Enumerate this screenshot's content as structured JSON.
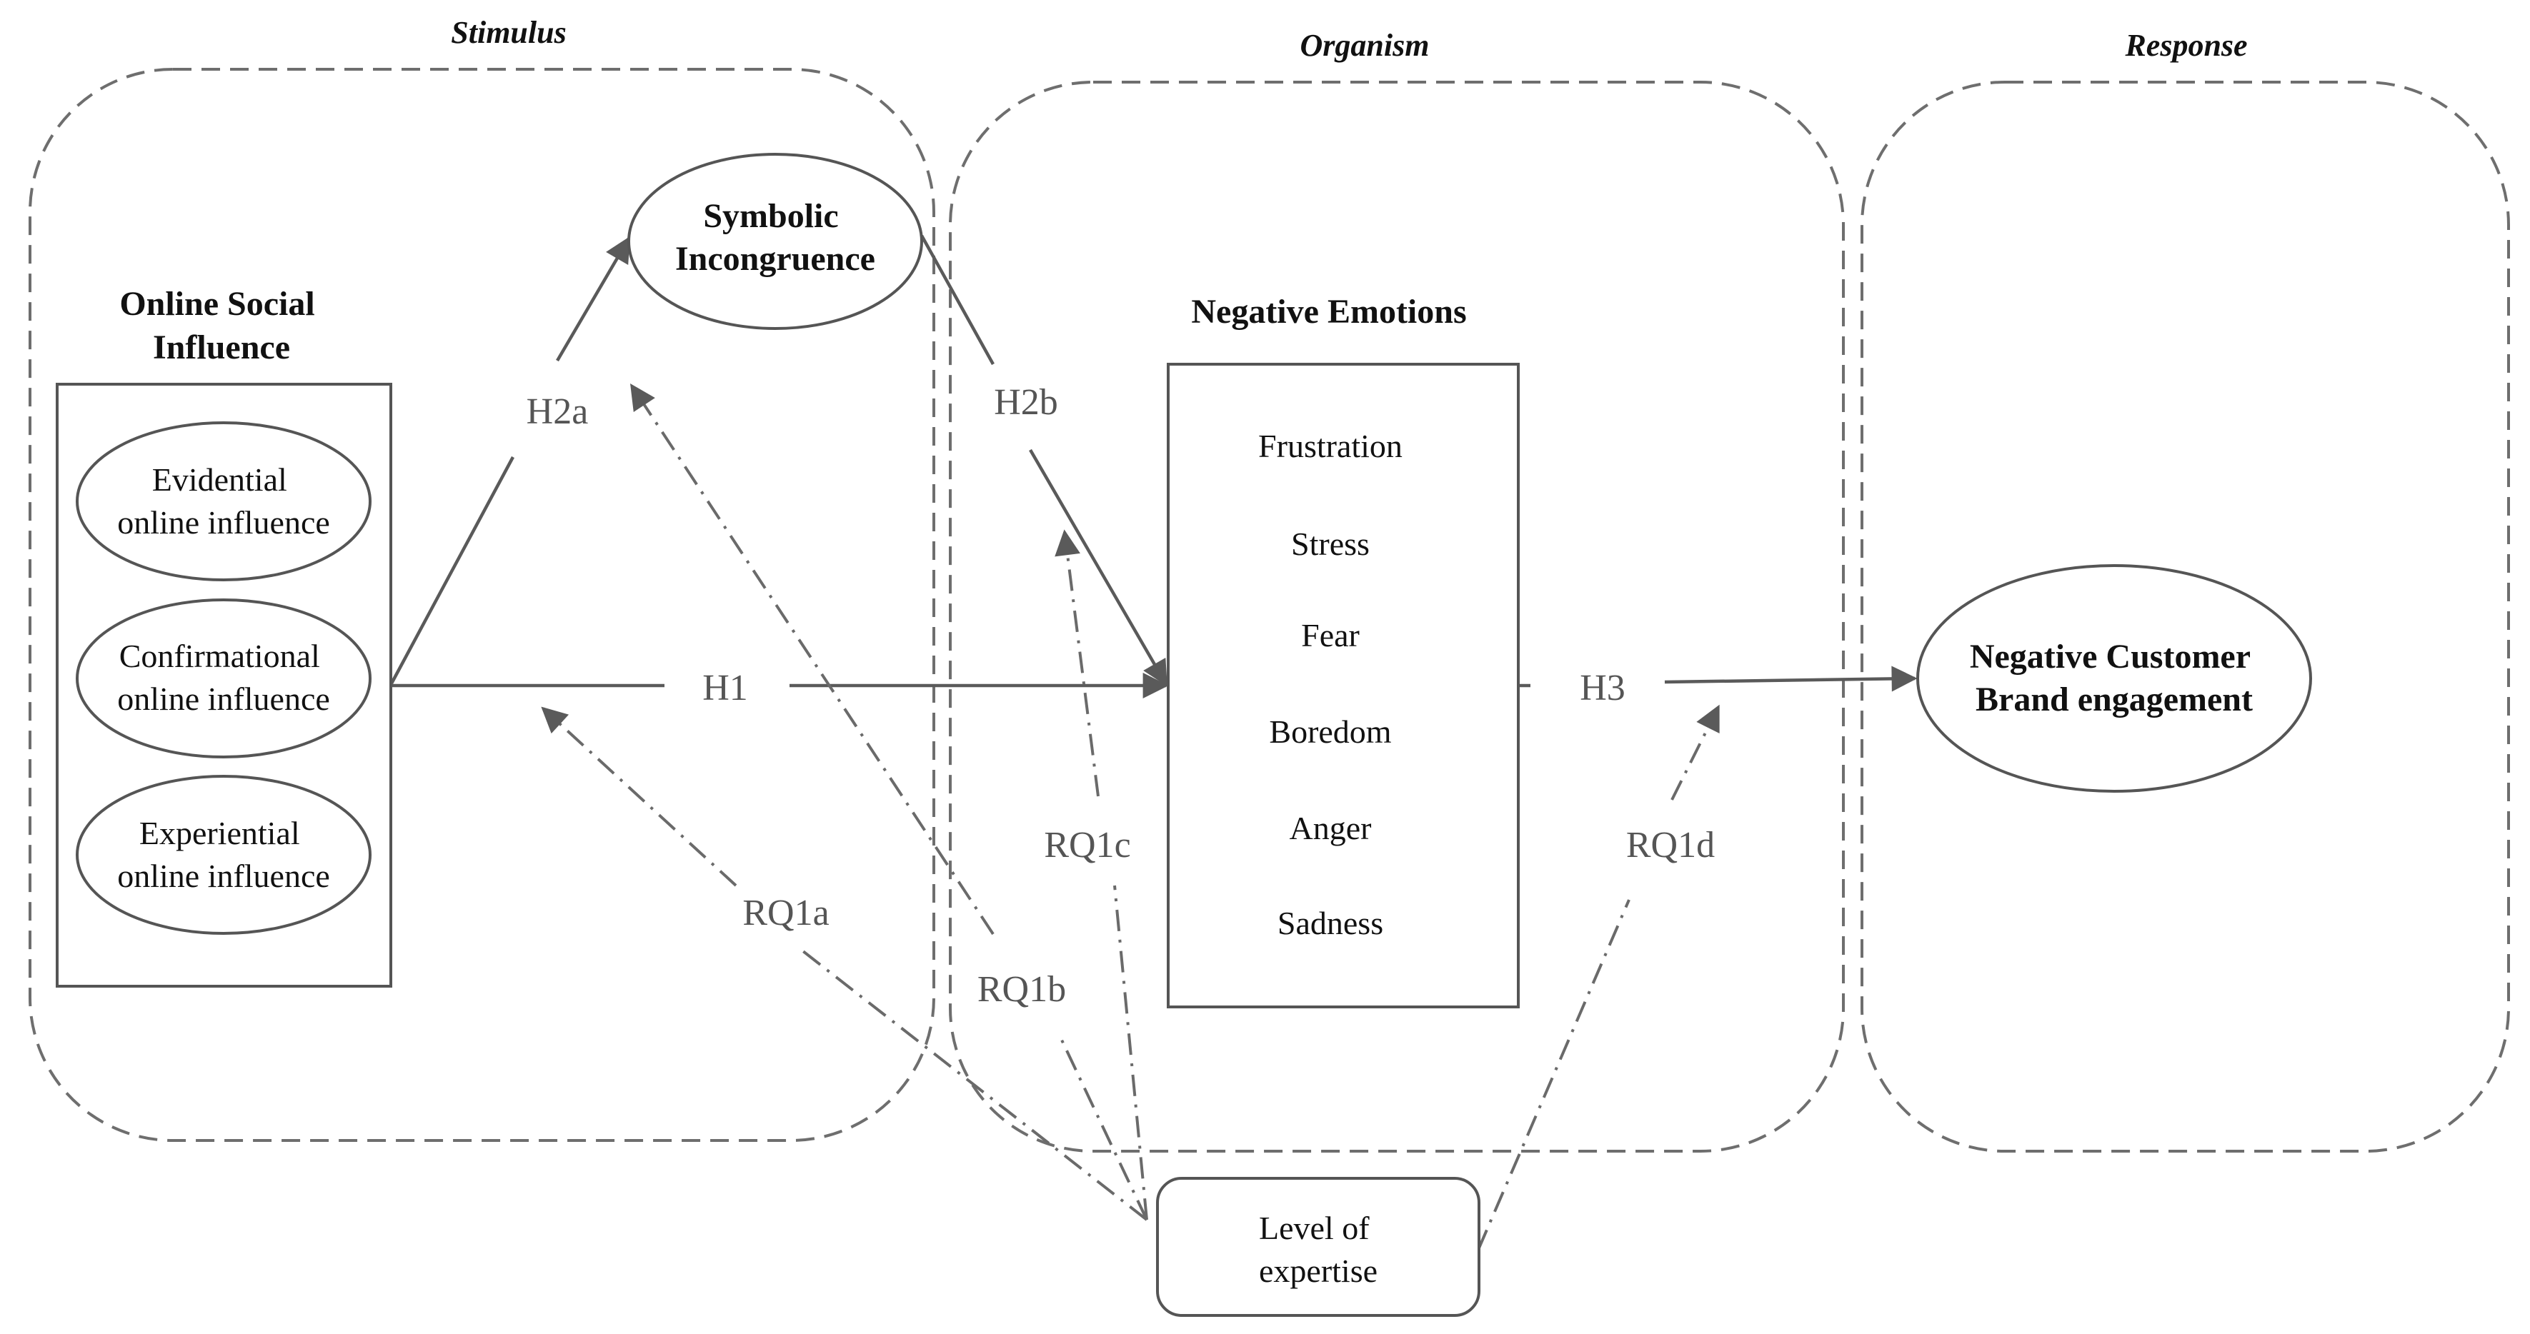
{
  "zones": {
    "stimulus": "Stimulus",
    "organism": "Organism",
    "response": "Response"
  },
  "constructs": {
    "online_social_influence": [
      "Online Social",
      "Influence"
    ],
    "evidential": [
      "Evidential",
      "online influence"
    ],
    "confirmational": [
      "Confirmational",
      "online influence"
    ],
    "experiential": [
      "Experiential",
      "online influence"
    ],
    "symbolic_incongruence": [
      "Symbolic",
      "Incongruence"
    ],
    "negative_emotions_title": "Negative Emotions",
    "emotions": [
      "Frustration",
      "Stress",
      "Fear",
      "Boredom",
      "Anger",
      "Sadness"
    ],
    "negative_engagement": [
      "Negative Customer",
      "Brand engagement"
    ],
    "expertise": [
      "Level of",
      "expertise"
    ]
  },
  "paths": {
    "h1": "H1",
    "h2a": "H2a",
    "h2b": "H2b",
    "h3": "H3",
    "rq1a": "RQ1a",
    "rq1b": "RQ1b",
    "rq1c": "RQ1c",
    "rq1d": "RQ1d"
  },
  "colors": {
    "line": "#5a5a5a",
    "zone_border": "#6e6e6e",
    "path_label": "#555555",
    "text": "#111111"
  }
}
